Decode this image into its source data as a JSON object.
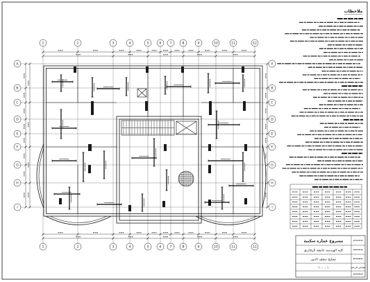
{
  "colors": {
    "ink": "#111111",
    "paper": "#ffffff"
  },
  "notes": {
    "title": "ملاحظات"
  },
  "grid": {
    "columns": [
      "1",
      "2",
      "3",
      "4",
      "5",
      "6",
      "7",
      "8",
      "9",
      "10",
      "11",
      "12"
    ],
    "rows": [
      "A",
      "B",
      "C",
      "D",
      "E",
      "F",
      "G",
      "H",
      "I"
    ]
  },
  "title_block": {
    "project": "مشروع عمارة سكنية",
    "organization": "كلية الهندسة جامعة الزقازيق",
    "drawing": "تسليح سقف الدور",
    "scale_label": "مقياس الرسم",
    "scale": "١ : ١٠٠"
  }
}
